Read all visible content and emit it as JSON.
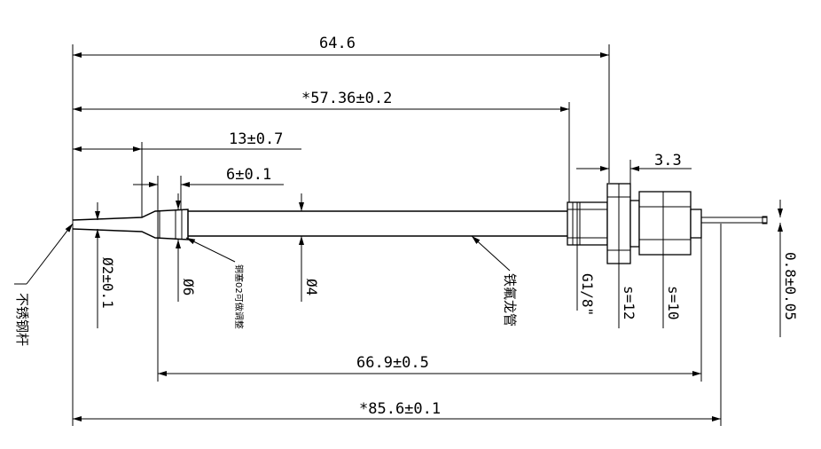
{
  "dimensions": {
    "overall_a": "64.6",
    "overall_b": "*57.36±0.2",
    "probe_len": "13±0.7",
    "ferrule_len": "6±0.1",
    "nut_width": "3.3",
    "span_c": "66.9±0.5",
    "total": "*85.6±0.1",
    "dia_tip": "Ø2±0.1",
    "dia_ferrule": "Ø6",
    "dia_tube": "Ø4",
    "thread": "G1/8\"",
    "hex_a": "s=12",
    "hex_b": "s=10",
    "wire": "0.8±0.05"
  },
  "labels": {
    "steel_rod": "不锈钢杆",
    "teflon_tube": "铁氟龙管",
    "adjustable": "铜塞02可做调整"
  }
}
